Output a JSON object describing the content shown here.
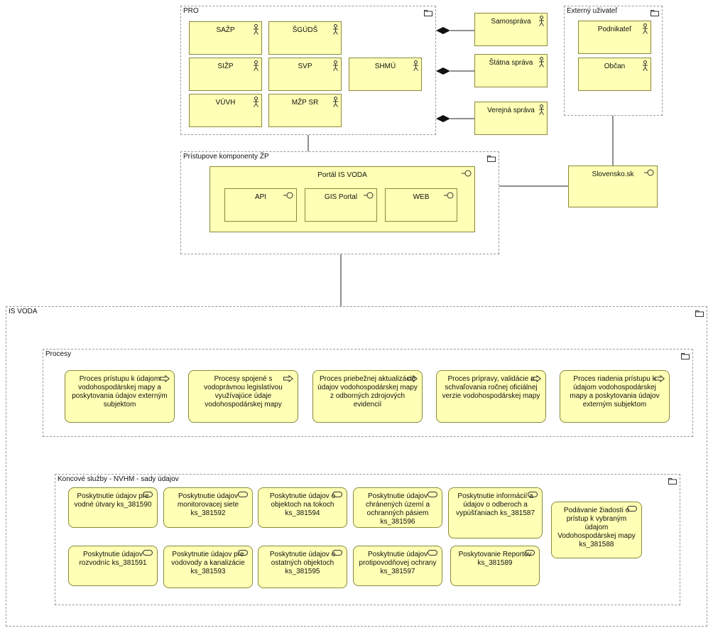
{
  "groups": {
    "pro": "PRO",
    "externy": "Externý uživateľ",
    "pristupove": "Prístupove komponenty ŽP",
    "isvoda": "IS VODA",
    "procesy": "Procesy",
    "koncove": "Koncové služby - NVHM - sady údajov"
  },
  "pro_actors": [
    "SAŽP",
    "ŠGÚDŠ",
    "SIŽP",
    "SVP",
    "SHMÚ",
    "VÚVH",
    "MŽP SR"
  ],
  "external_actors": [
    "Podnikateľ",
    "Občan"
  ],
  "side_actors": [
    "Samospráva",
    "Štátna správa",
    "Verejná správa"
  ],
  "portal": {
    "title": "Portál IS VODA",
    "components": [
      "API",
      "GIS Portal",
      "WEB"
    ]
  },
  "slovensko": "Slovensko.sk",
  "processes": [
    "Proces prístupu k údajom vodohospodárskej mapy a poskytovania údajov externým subjektom",
    "Procesy spojené s vodoprávnou legislatívou využívajúce údaje vodohospodárskej mapy",
    "Proces priebežnej aktualizácie údajov vodohospodárskej mapy z odborných zdrojových evidencií",
    "Proces prípravy, validácie a schvaľovania ročnej oficiálnej verzie vodohospodárskej mapy",
    "Proces riadenia prístupu k údajom vodohospodárskej mapy a poskytovania údajov externým subjektom"
  ],
  "services": [
    "Poskytnutie údajov pre vodné útvary ks_381590",
    "Poskytnutie údajov monitorovacej siete ks_381592",
    "Poskytnutie údajov o objektoch na tokoch ks_381594",
    "Poskytnutie údajov chránených území a ochranných pásiem ks_381596",
    "Poskytnutie informácií a údajov o odberoch a vypúšťaniach ks_381587",
    "Podávanie žiadosti o prístup k vybraným údajom Vodohospodárskej mapy ks_381588",
    "Poskytnutie údajov rozvodníc ks_381591",
    "Poskytnutie údajov pre vodovody a kanalizácie ks_381593",
    "Poskytnutie údajov o ostatných objektoch ks_381595",
    "Poskytnutie údajov protipovodňovej ochrany ks_381597",
    "Poskytovanie Reportov ks_381589"
  ],
  "colors": {
    "node_fill": "#ffffb5",
    "node_border": "#8a8a3c",
    "group_border": "#9a9a9a",
    "line": "#222222"
  },
  "icons": {
    "actor": "stick-figure-icon",
    "folder": "folder-icon",
    "interface": "interface-lollipop-icon",
    "process": "process-arrow-icon",
    "service": "service-pill-icon"
  }
}
